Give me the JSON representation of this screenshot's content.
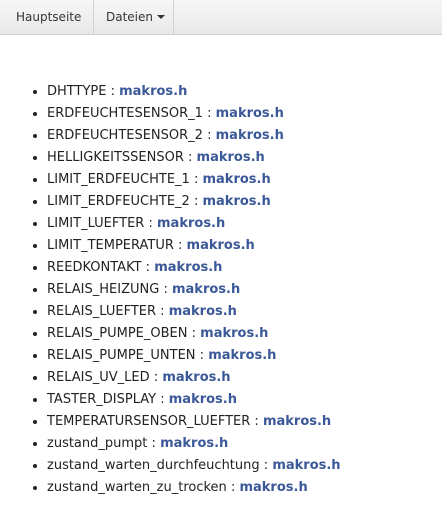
{
  "navbar": {
    "home_label": "Hauptseite",
    "files_label": "Dateien"
  },
  "macros": [
    {
      "name": "DHTTYPE",
      "separator": ":",
      "file": "makros.h"
    },
    {
      "name": "ERDFEUCHTESENSOR_1",
      "separator": ":",
      "file": "makros.h"
    },
    {
      "name": "ERDFEUCHTESENSOR_2",
      "separator": ":",
      "file": "makros.h"
    },
    {
      "name": "HELLIGKEITSSENSOR",
      "separator": ":",
      "file": "makros.h"
    },
    {
      "name": "LIMIT_ERDFEUCHTE_1",
      "separator": ":",
      "file": "makros.h"
    },
    {
      "name": "LIMIT_ERDFEUCHTE_2",
      "separator": ":",
      "file": "makros.h"
    },
    {
      "name": "LIMIT_LUEFTER",
      "separator": ":",
      "file": "makros.h"
    },
    {
      "name": "LIMIT_TEMPERATUR",
      "separator": ":",
      "file": "makros.h"
    },
    {
      "name": "REEDKONTAKT",
      "separator": ":",
      "file": "makros.h"
    },
    {
      "name": "RELAIS_HEIZUNG",
      "separator": ":",
      "file": "makros.h"
    },
    {
      "name": "RELAIS_LUEFTER",
      "separator": ":",
      "file": "makros.h"
    },
    {
      "name": "RELAIS_PUMPE_OBEN",
      "separator": ":",
      "file": "makros.h"
    },
    {
      "name": "RELAIS_PUMPE_UNTEN",
      "separator": ":",
      "file": "makros.h"
    },
    {
      "name": "RELAIS_UV_LED",
      "separator": ":",
      "file": "makros.h"
    },
    {
      "name": "TASTER_DISPLAY",
      "separator": ":",
      "file": "makros.h"
    },
    {
      "name": "TEMPERATURSENSOR_LUEFTER",
      "separator": ":",
      "file": "makros.h"
    },
    {
      "name": "zustand_pumpt",
      "separator": ":",
      "file": "makros.h"
    },
    {
      "name": "zustand_warten_durchfeuchtung",
      "separator": ":",
      "file": "makros.h"
    },
    {
      "name": "zustand_warten_zu_trocken",
      "separator": ":",
      "file": "makros.h"
    }
  ],
  "colors": {
    "link": "#3b5998",
    "text": "#222222"
  }
}
